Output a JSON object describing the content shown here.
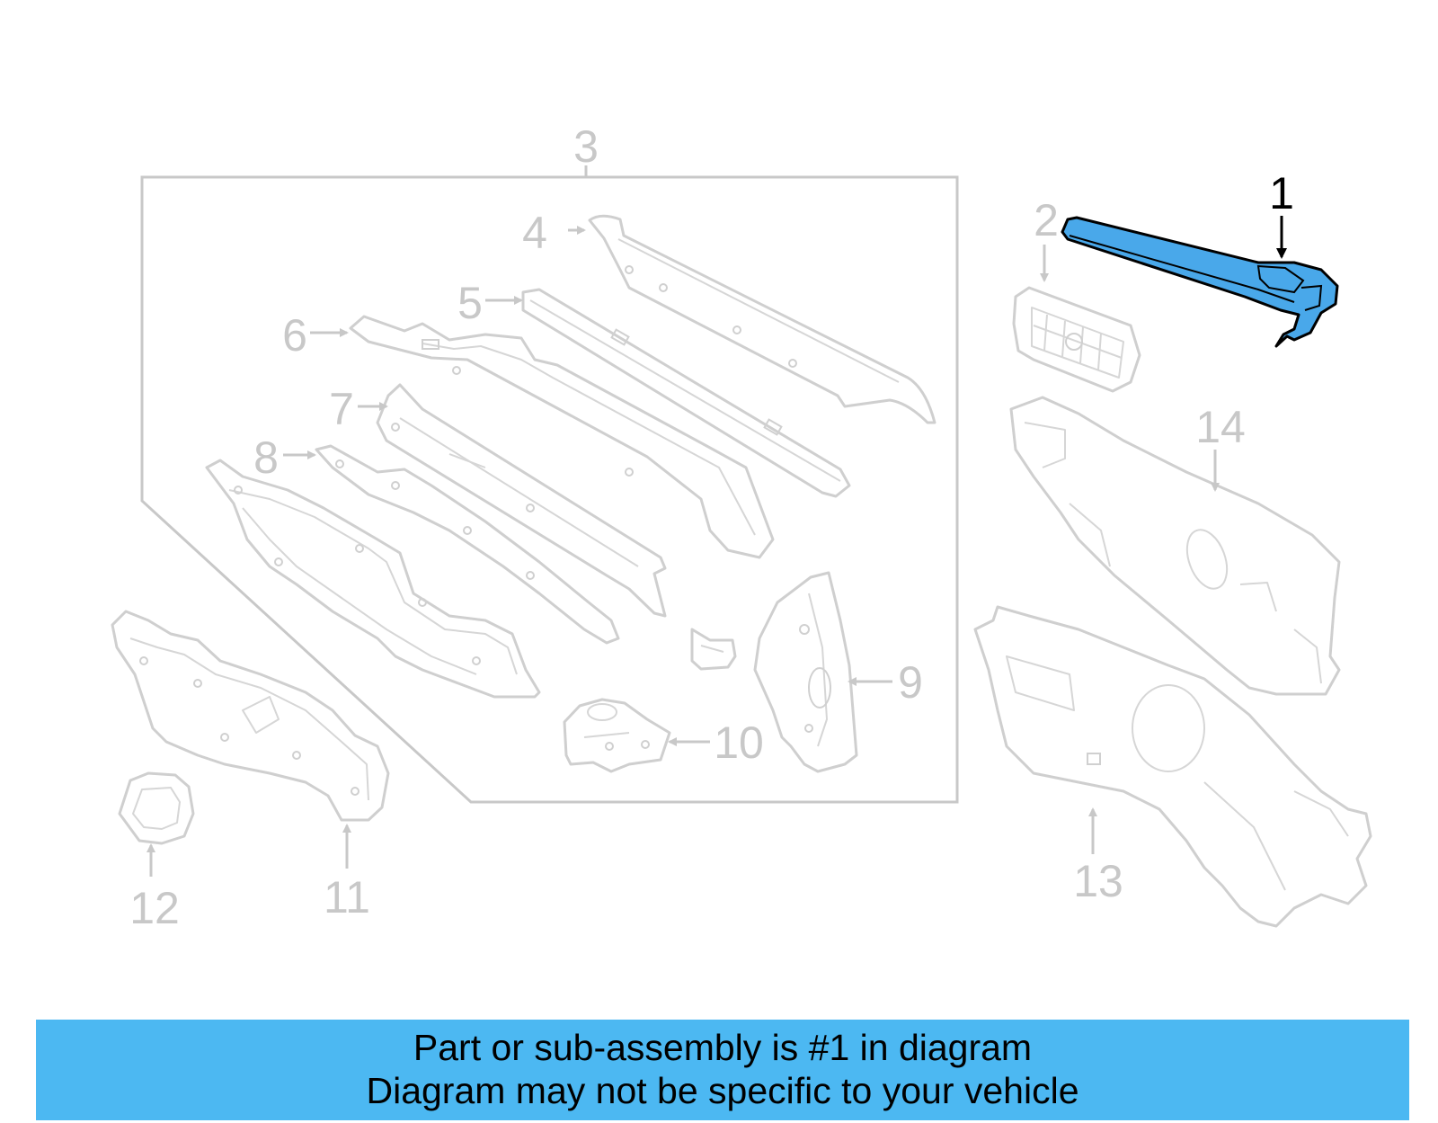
{
  "callouts": {
    "c1": "1",
    "c2": "2",
    "c3": "3",
    "c4": "4",
    "c5": "5",
    "c6": "6",
    "c7": "7",
    "c8": "8",
    "c9": "9",
    "c10": "10",
    "c11": "11",
    "c12": "12",
    "c13": "13",
    "c14": "14"
  },
  "highlight_color": "#49a8ea",
  "banner": {
    "line1": "Part or sub-assembly is #1 in diagram",
    "line2": "Diagram may not be specific to your vehicle",
    "background": "#4cb8f2"
  }
}
